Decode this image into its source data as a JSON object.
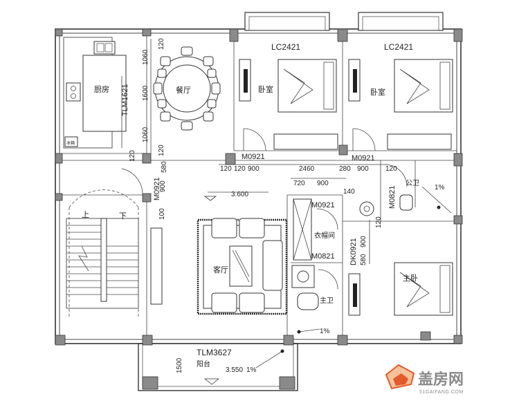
{
  "rooms": {
    "kitchen": "厨房",
    "dining": "餐厅",
    "bedroom_a": "卧室",
    "bedroom_b": "卧室",
    "public_bath": "公卫",
    "closet": "衣帽间",
    "living": "客厅",
    "master_bedroom": "主卧",
    "master_bath": "主卫",
    "balcony": "阳台",
    "stair_up": "上",
    "stair_down": "下"
  },
  "codes": {
    "window_lc_a": "LC2421",
    "window_lc_b": "LC2421",
    "kitchen_door": "TLM1621",
    "balcony_door": "TLM3627",
    "door_m0921_a": "M0921",
    "door_m0921_b": "M0921",
    "door_m0921_c": "M0921",
    "door_m0921_d": "M0921",
    "door_m0821_a": "M0821",
    "door_m0821_b": "M0821",
    "door_dk0921": "DK0921",
    "fridge_label": "冰箱"
  },
  "dimensions": {
    "d1060a": "1060",
    "d120a": "120",
    "d1600": "1600",
    "d1060b": "1060",
    "d120b": "120",
    "d120c": "120",
    "d580": "580",
    "d900a": "900",
    "d120d": "120",
    "d120e": "120",
    "d900b": "900",
    "d2460": "2460",
    "d280": "280",
    "d900c": "900",
    "d120f": "120",
    "d720": "720",
    "d900d": "900",
    "d140": "140",
    "d100": "100",
    "d120g": "120",
    "d900e": "900",
    "d580b": "580",
    "d1500": "1500"
  },
  "levels": {
    "living_level": "3.600",
    "balcony_level": "3.550",
    "slope_bath_public": "1%",
    "slope_bath_master": "1%",
    "slope_balcony": "1%"
  },
  "brand": {
    "name": "盖房网",
    "url": "51GAIFANG.COM"
  }
}
